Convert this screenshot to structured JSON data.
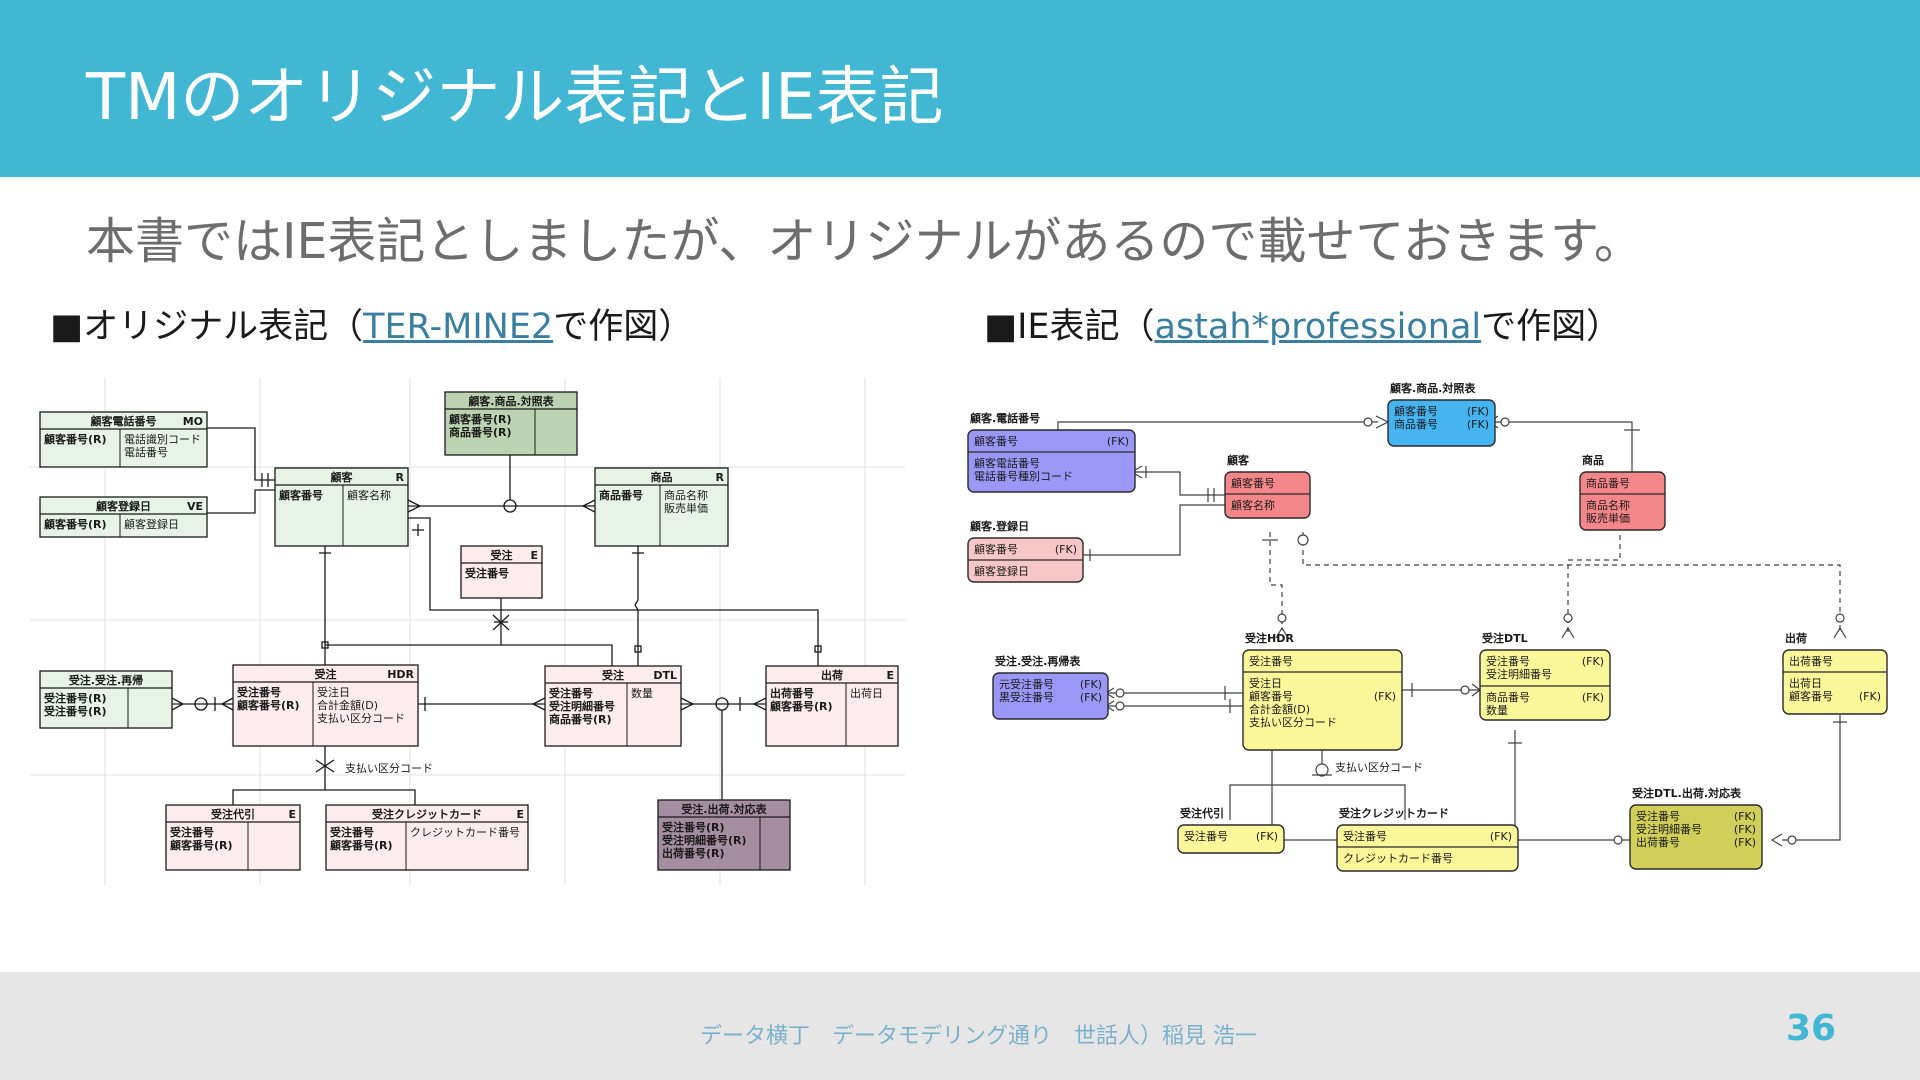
{
  "slide": {
    "title": "TMのオリジナル表記とIE表記",
    "subtitle": "本書ではIE表記としましたが、オリジナルがあるので載せておきます。",
    "left_caption": {
      "bullet": "■",
      "text_before": "オリジナル表記（",
      "link": "TER-MINE2",
      "text_after": "で作図）"
    },
    "right_caption": {
      "bullet": "■",
      "text_before": "IE表記（",
      "link": "astah*professional",
      "text_after": "で作図）"
    },
    "footer": "データ横丁　データモデリング通り　世話人）稲見 浩一",
    "page_number": "36"
  },
  "colors": {
    "header": "#41b7d3",
    "tm_green": "#e6f3e6",
    "tm_pink": "#fdecee",
    "tm_assoc_green": "#bcd3b2",
    "tm_assoc_purple": "#a58ea0",
    "ie_blue": "#9a97f7",
    "ie_pink": "#f7c7c7",
    "ie_red": "#f5878a",
    "ie_yellow": "#faf79a",
    "ie_cyan": "#46b4f0",
    "ie_olive": "#cfcf5a"
  },
  "tm": {
    "phone": {
      "name": "顧客電話番号",
      "type": "MO",
      "keys": [
        "顧客番号(R)"
      ],
      "attrs": [
        "電話識別コード",
        "電話番号"
      ]
    },
    "reg": {
      "name": "顧客登録日",
      "type": "VE",
      "keys": [
        "顧客番号(R)"
      ],
      "attrs": [
        "顧客登録日"
      ]
    },
    "customer": {
      "name": "顧客",
      "type": "R",
      "keys": [
        "顧客番号"
      ],
      "attrs": [
        "顧客名称"
      ]
    },
    "xref": {
      "name": "顧客.商品.対照表",
      "type": "",
      "keys": [
        "顧客番号(R)",
        "商品番号(R)"
      ],
      "attrs": []
    },
    "product": {
      "name": "商品",
      "type": "R",
      "keys": [
        "商品番号"
      ],
      "attrs": [
        "商品名称",
        "販売単価"
      ]
    },
    "order": {
      "name": "受注",
      "type": "E",
      "keys": [
        "受注番号"
      ],
      "attrs": []
    },
    "return": {
      "name": "受注.受注.再帰",
      "type": "",
      "keys": [
        "受注番号(R)",
        "受注番号(R)"
      ],
      "attrs": []
    },
    "hdr": {
      "name": "受注",
      "type": "HDR",
      "keys": [
        "受注番号",
        "顧客番号(R)"
      ],
      "attrs": [
        "受注日",
        "合計金額(D)",
        "支払い区分コード"
      ]
    },
    "dtl": {
      "name": "受注",
      "type": "DTL",
      "keys": [
        "受注番号",
        "受注明細番号",
        "商品番号(R)"
      ],
      "attrs": [
        "数量"
      ]
    },
    "ship": {
      "name": "出荷",
      "type": "E",
      "keys": [
        "出荷番号",
        "顧客番号(R)"
      ],
      "attrs": [
        "出荷日"
      ]
    },
    "proxy": {
      "name": "受注代引",
      "type": "E",
      "keys": [
        "受注番号",
        "顧客番号(R)"
      ],
      "attrs": []
    },
    "credit": {
      "name": "受注クレジットカード",
      "type": "E",
      "keys": [
        "受注番号",
        "顧客番号(R)"
      ],
      "attrs": [
        "クレジットカード番号"
      ]
    },
    "shipmap": {
      "name": "受注.出荷.対応表",
      "type": "",
      "keys": [
        "受注番号(R)",
        "受注明細番号(R)",
        "出荷番号(R)"
      ],
      "attrs": []
    },
    "payment_label": "支払い区分コード"
  },
  "ie": {
    "phone": {
      "name": "顧客.電話番号",
      "keys": [
        {
          "n": "顧客番号",
          "fk": "(FK)"
        }
      ],
      "attrs": [
        {
          "n": "顧客電話番号",
          "fk": ""
        },
        {
          "n": "電話番号種別コード",
          "fk": ""
        }
      ]
    },
    "reg": {
      "name": "顧客.登録日",
      "keys": [
        {
          "n": "顧客番号",
          "fk": "(FK)"
        }
      ],
      "attrs": [
        {
          "n": "顧客登録日",
          "fk": ""
        }
      ]
    },
    "customer": {
      "name": "顧客",
      "keys": [
        {
          "n": "顧客番号",
          "fk": ""
        }
      ],
      "attrs": [
        {
          "n": "顧客名称",
          "fk": ""
        }
      ]
    },
    "xref": {
      "name": "顧客.商品.対照表",
      "keys": [
        {
          "n": "顧客番号",
          "fk": "(FK)"
        },
        {
          "n": "商品番号",
          "fk": "(FK)"
        }
      ],
      "attrs": []
    },
    "product": {
      "name": "商品",
      "keys": [
        {
          "n": "商品番号",
          "fk": ""
        }
      ],
      "attrs": [
        {
          "n": "商品名称",
          "fk": ""
        },
        {
          "n": "販売単価",
          "fk": ""
        }
      ]
    },
    "return": {
      "name": "受注.受注.再帰表",
      "keys": [
        {
          "n": "元受注番号",
          "fk": "(FK)"
        },
        {
          "n": "黒受注番号",
          "fk": "(FK)"
        }
      ],
      "attrs": []
    },
    "hdr": {
      "name": "受注HDR",
      "keys": [
        {
          "n": "受注番号",
          "fk": ""
        }
      ],
      "attrs": [
        {
          "n": "受注日",
          "fk": ""
        },
        {
          "n": "顧客番号",
          "fk": "(FK)"
        },
        {
          "n": "合計金額(D)",
          "fk": ""
        },
        {
          "n": "支払い区分コード",
          "fk": ""
        }
      ]
    },
    "dtl": {
      "name": "受注DTL",
      "keys": [
        {
          "n": "受注番号",
          "fk": "(FK)"
        },
        {
          "n": "受注明細番号",
          "fk": ""
        }
      ],
      "attrs": [
        {
          "n": "商品番号",
          "fk": "(FK)"
        },
        {
          "n": "数量",
          "fk": ""
        }
      ]
    },
    "ship": {
      "name": "出荷",
      "keys": [
        {
          "n": "出荷番号",
          "fk": ""
        }
      ],
      "attrs": [
        {
          "n": "出荷日",
          "fk": ""
        },
        {
          "n": "顧客番号",
          "fk": "(FK)"
        }
      ]
    },
    "proxy": {
      "name": "受注代引",
      "keys": [
        {
          "n": "受注番号",
          "fk": "(FK)"
        }
      ],
      "attrs": []
    },
    "credit": {
      "name": "受注クレジットカード",
      "keys": [
        {
          "n": "受注番号",
          "fk": "(FK)"
        }
      ],
      "attrs": [
        {
          "n": "クレジットカード番号",
          "fk": ""
        }
      ]
    },
    "shipmap": {
      "name": "受注DTL.出荷.対応表",
      "keys": [
        {
          "n": "受注番号",
          "fk": "(FK)"
        },
        {
          "n": "受注明細番号",
          "fk": "(FK)"
        },
        {
          "n": "出荷番号",
          "fk": "(FK)"
        }
      ],
      "attrs": []
    },
    "payment_label": "支払い区分コード"
  }
}
